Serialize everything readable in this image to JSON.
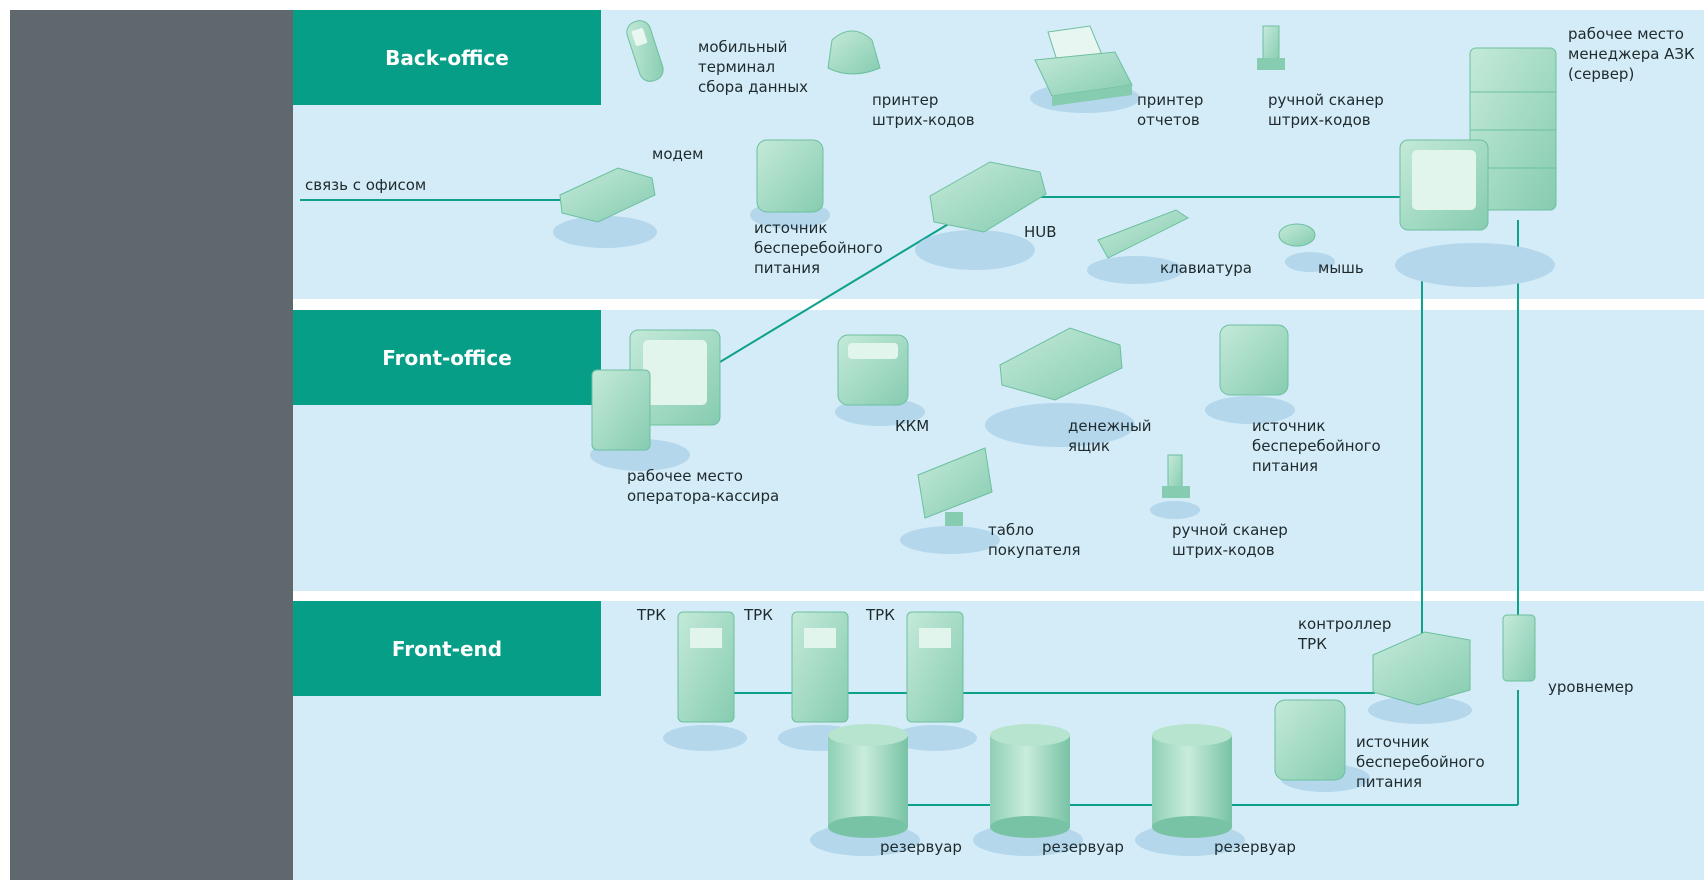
{
  "zones": {
    "back_office": "Back-office",
    "front_office": "Front-office",
    "front_end": "Front-end"
  },
  "back_office": {
    "mobile_terminal": [
      "мобильный",
      "терминал",
      "сбора данных"
    ],
    "barcode_printer": [
      "принтер",
      "штрих-кодов"
    ],
    "report_printer": [
      "принтер",
      "отчетов"
    ],
    "hand_scanner": [
      "ручной сканер",
      "штрих-кодов"
    ],
    "manager_workstation": [
      "рабочее место",
      "менеджера АЗК",
      "(сервер)"
    ],
    "modem": "модем",
    "office_link": "связь с офисом",
    "ups": [
      "источник",
      "бесперебойного",
      "питания"
    ],
    "hub": "HUB",
    "keyboard": "клавиатура",
    "mouse": "мышь"
  },
  "front_office": {
    "cashier_workstation": [
      "рабочее место",
      "оператора-кассира"
    ],
    "kkm": "ККМ",
    "cash_drawer": [
      "денежный",
      "ящик"
    ],
    "ups": [
      "источник",
      "бесперебойного",
      "питания"
    ],
    "customer_display": [
      "табло",
      "покупателя"
    ],
    "hand_scanner": [
      "ручной сканер",
      "штрих-кодов"
    ]
  },
  "front_end": {
    "dispensers": [
      "ТРК",
      "ТРК",
      "ТРК"
    ],
    "dispenser_controller": [
      "контроллер",
      "ТРК"
    ],
    "level_gauge": "уровнемер",
    "ups": [
      "источник",
      "бесперебойного",
      "питания"
    ],
    "tanks": [
      "резервуар",
      "резервуар",
      "резервуар"
    ]
  },
  "colors": {
    "sidebar": "#5f686c",
    "zone_background": "#d3ecf7",
    "zone_tab": "#079e87",
    "device": "#a5dcc5",
    "device_dark": "#6cbf9f",
    "shadow": "#b4d7ec",
    "connection_line": "#0da08a"
  }
}
